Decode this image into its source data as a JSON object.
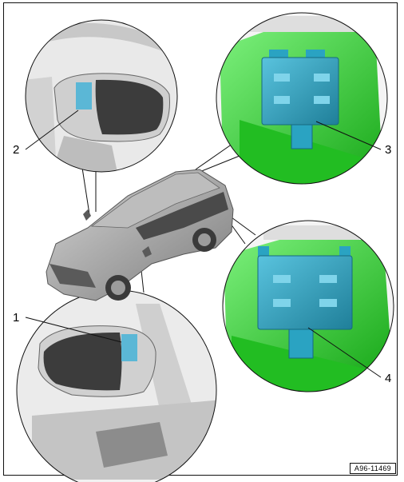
{
  "figure": {
    "reference": "A96-11469",
    "callouts": [
      {
        "id": "1",
        "label": "1"
      },
      {
        "id": "2",
        "label": "2"
      },
      {
        "id": "3",
        "label": "3"
      },
      {
        "id": "4",
        "label": "4"
      }
    ]
  },
  "colors": {
    "frame": "#111111",
    "sensor_patch": "#5bb7d6",
    "bracket_green": "#2fd12f",
    "module_cyan": "#2aa3c2",
    "car_body": "#9a9a9a",
    "mirror_glass": "#3a3a3a"
  }
}
